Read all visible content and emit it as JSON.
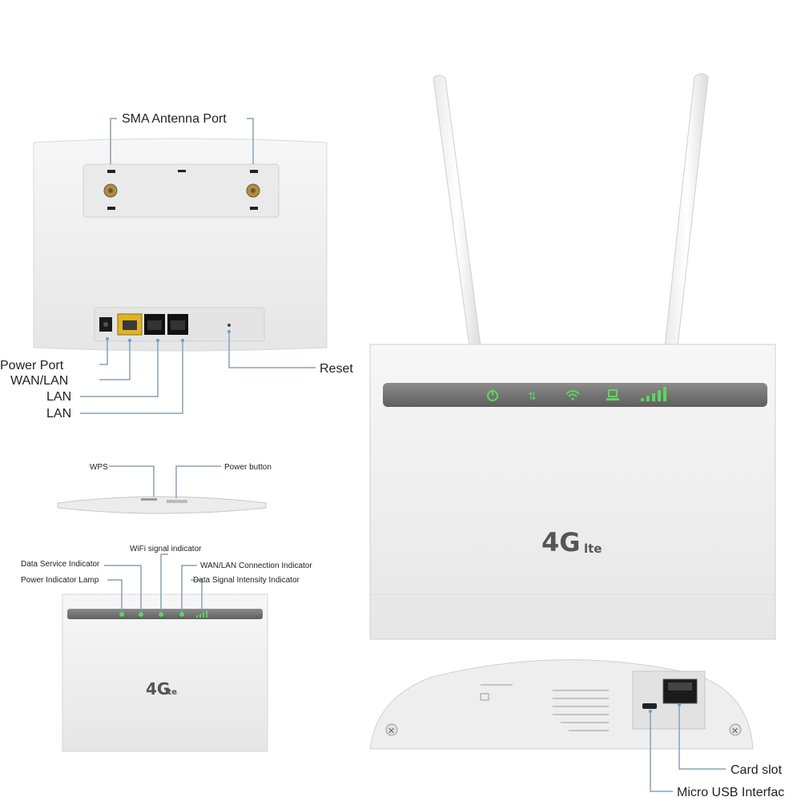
{
  "back_view": {
    "sma_antenna_port": "SMA Antenna Port",
    "power_port": "Power Port",
    "wan_lan": "WAN/LAN",
    "lan_1": "LAN",
    "lan_2": "LAN",
    "reset": "Reset"
  },
  "top_view": {
    "wps": "WPS",
    "power_button": "Power button"
  },
  "indicator_view": {
    "wifi_signal_indicator": "WiFi signal indicator",
    "data_service_indicator": "Data Service Indicator",
    "wan_lan_connection_indicator": "WAN/LAN Connection Indicator",
    "power_indicator_lamp": "Power Indicator Lamp",
    "data_signal_intensity_indicator": "Data Signal Intensity Indicator",
    "logo_main": "4G",
    "logo_sub": "lte"
  },
  "main_router": {
    "logo_main": "4G",
    "logo_sub": "lte"
  },
  "bottom_view": {
    "card_slot": "Card slot",
    "micro_usb_interface": "Micro USB Interfac"
  },
  "colors": {
    "device_body": "#f2f2f2",
    "led_strip": "#7a7a7a",
    "led_green": "#5cd65c",
    "callout_line": "#8aa0b6"
  }
}
